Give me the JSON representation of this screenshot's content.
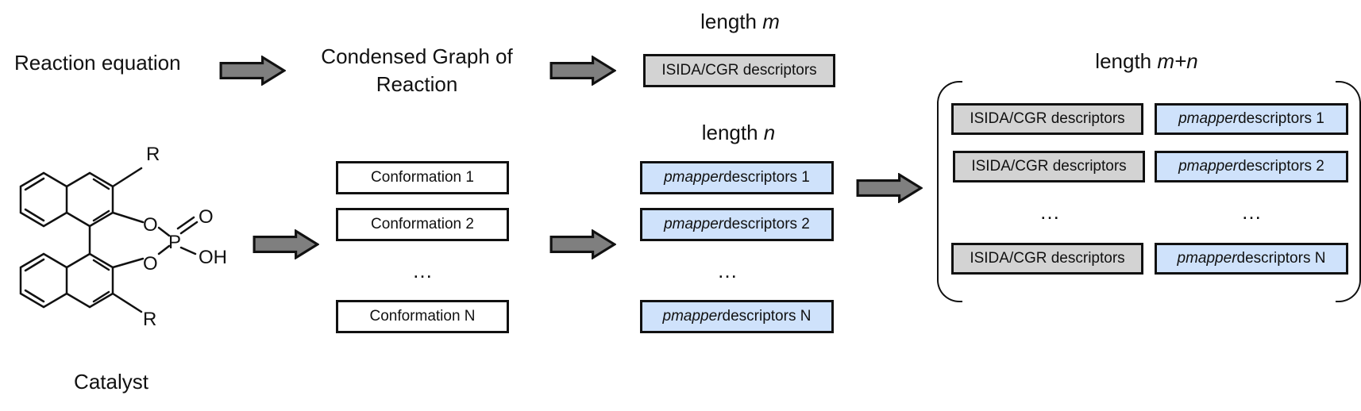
{
  "top_row": {
    "reaction_equation": "Reaction equation",
    "cgr_title_line1": "Condensed Graph of",
    "cgr_title_line2": "Reaction",
    "length_m_prefix": "length ",
    "length_m_var": "m",
    "isida_label": "ISIDA/CGR descriptors"
  },
  "middle": {
    "length_n_prefix": "length ",
    "length_n_var": "n",
    "conformations": [
      "Conformation 1",
      "Conformation 2",
      "…",
      "Conformation N"
    ],
    "pmapper_prefix": "pmapper",
    "pmapper_suffixes": [
      " descriptors 1",
      " descriptors 2",
      "…",
      " descriptors N"
    ]
  },
  "catalyst": {
    "label": "Catalyst",
    "atoms": {
      "r_top": "R",
      "r_bottom": "R",
      "o_top": "O",
      "o_bottom": "O",
      "p": "P",
      "o_double": "O",
      "oh": "OH"
    }
  },
  "combined": {
    "length_prefix": "length ",
    "length_var": "m+n",
    "rows": [
      {
        "left": "ISIDA/CGR descriptors",
        "right_prefix": "pmapper",
        "right_suffix": " descriptors 1"
      },
      {
        "left": "ISIDA/CGR descriptors",
        "right_prefix": "pmapper",
        "right_suffix": " descriptors 2"
      },
      {
        "left": "…",
        "right_prefix": "",
        "right_suffix": "…"
      },
      {
        "left": "ISIDA/CGR descriptors",
        "right_prefix": "pmapper",
        "right_suffix": " descriptors N"
      }
    ]
  },
  "colors": {
    "grey_box": "#d3d3d3",
    "blue_box": "#cfe2fb",
    "arrow_fill": "#7f7f7f"
  }
}
